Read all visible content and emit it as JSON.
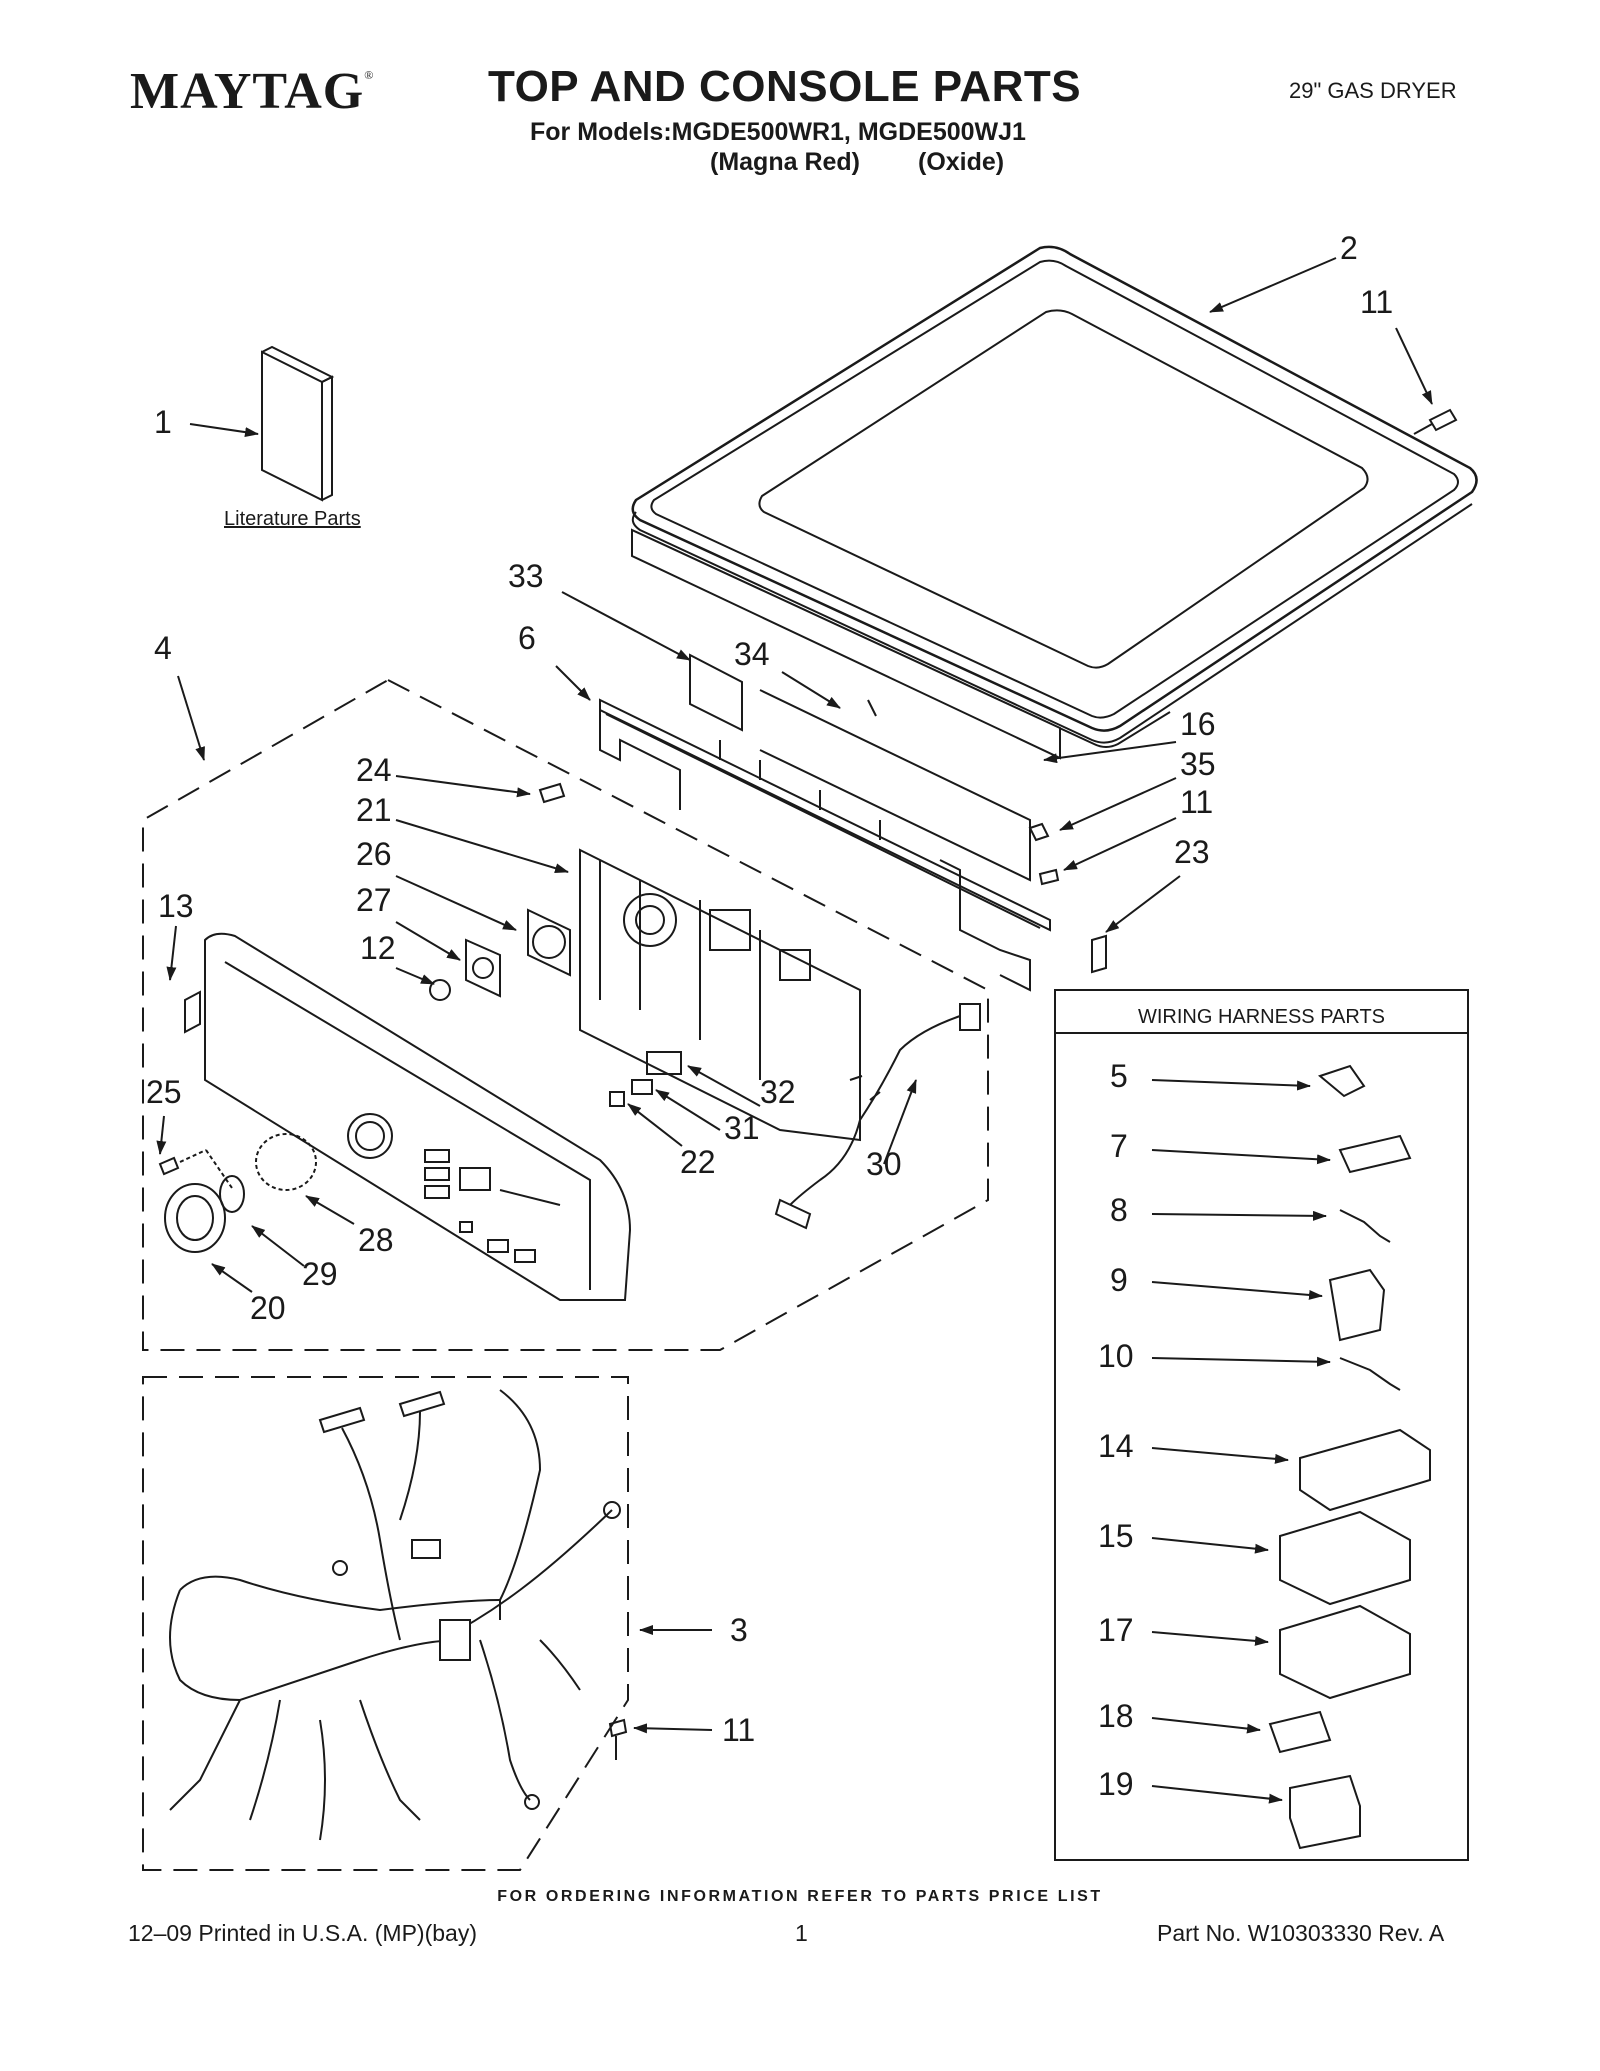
{
  "header": {
    "brand": "MAYTAG",
    "brand_mark": "®",
    "title": "TOP AND CONSOLE PARTS",
    "product": "29\" GAS DRYER",
    "models_line": "For Models:MGDE500WR1, MGDE500WJ1",
    "color_1": "(Magna Red)",
    "color_2": "(Oxide)"
  },
  "literature_caption": "Literature Parts",
  "wiring_box_title": "WIRING HARNESS PARTS",
  "callouts": {
    "c1": "1",
    "c2": "2",
    "c11a": "11",
    "c33": "33",
    "c4": "4",
    "c6": "6",
    "c34": "34",
    "c16": "16",
    "c35": "35",
    "c11b": "11",
    "c23": "23",
    "c24": "24",
    "c21": "21",
    "c26": "26",
    "c27": "27",
    "c13": "13",
    "c12": "12",
    "c25": "25",
    "c32": "32",
    "c31": "31",
    "c22": "22",
    "c30": "30",
    "c28": "28",
    "c29": "29",
    "c20": "20",
    "c3": "3",
    "c11c": "11",
    "w5": "5",
    "w7": "7",
    "w8": "8",
    "w9": "9",
    "w10": "10",
    "w14": "14",
    "w15": "15",
    "w17": "17",
    "w18": "18",
    "w19": "19"
  },
  "footer": {
    "order_note": "FOR ORDERING INFORMATION REFER TO PARTS PRICE LIST",
    "printed": "12–09 Printed in U.S.A. (MP)(bay)",
    "page": "1",
    "part_no": "Part No. W10303330 Rev. A"
  }
}
